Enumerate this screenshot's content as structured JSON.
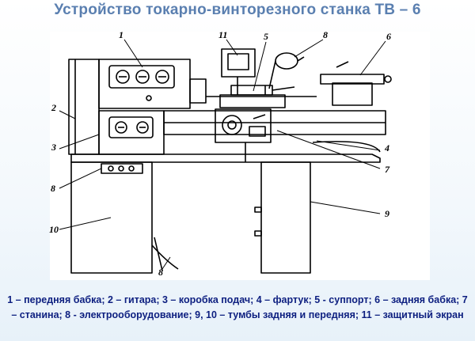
{
  "title": "Устройство токарно-винторезного станка ТВ – 6",
  "labels": [
    "1",
    "11",
    "5",
    "8",
    "6",
    "2",
    "3",
    "4",
    "7",
    "8",
    "9",
    "10",
    "8"
  ],
  "caption": "1 – передняя бабка; 2 – гитара;  3 – коробка подач; 4 – фартук; 5 - суппорт;  6 – задняя бабка; 7 – станина; 8 - электрооборудование; 9, 10 – тумбы задняя и передняя; 11 – защитный экран"
}
